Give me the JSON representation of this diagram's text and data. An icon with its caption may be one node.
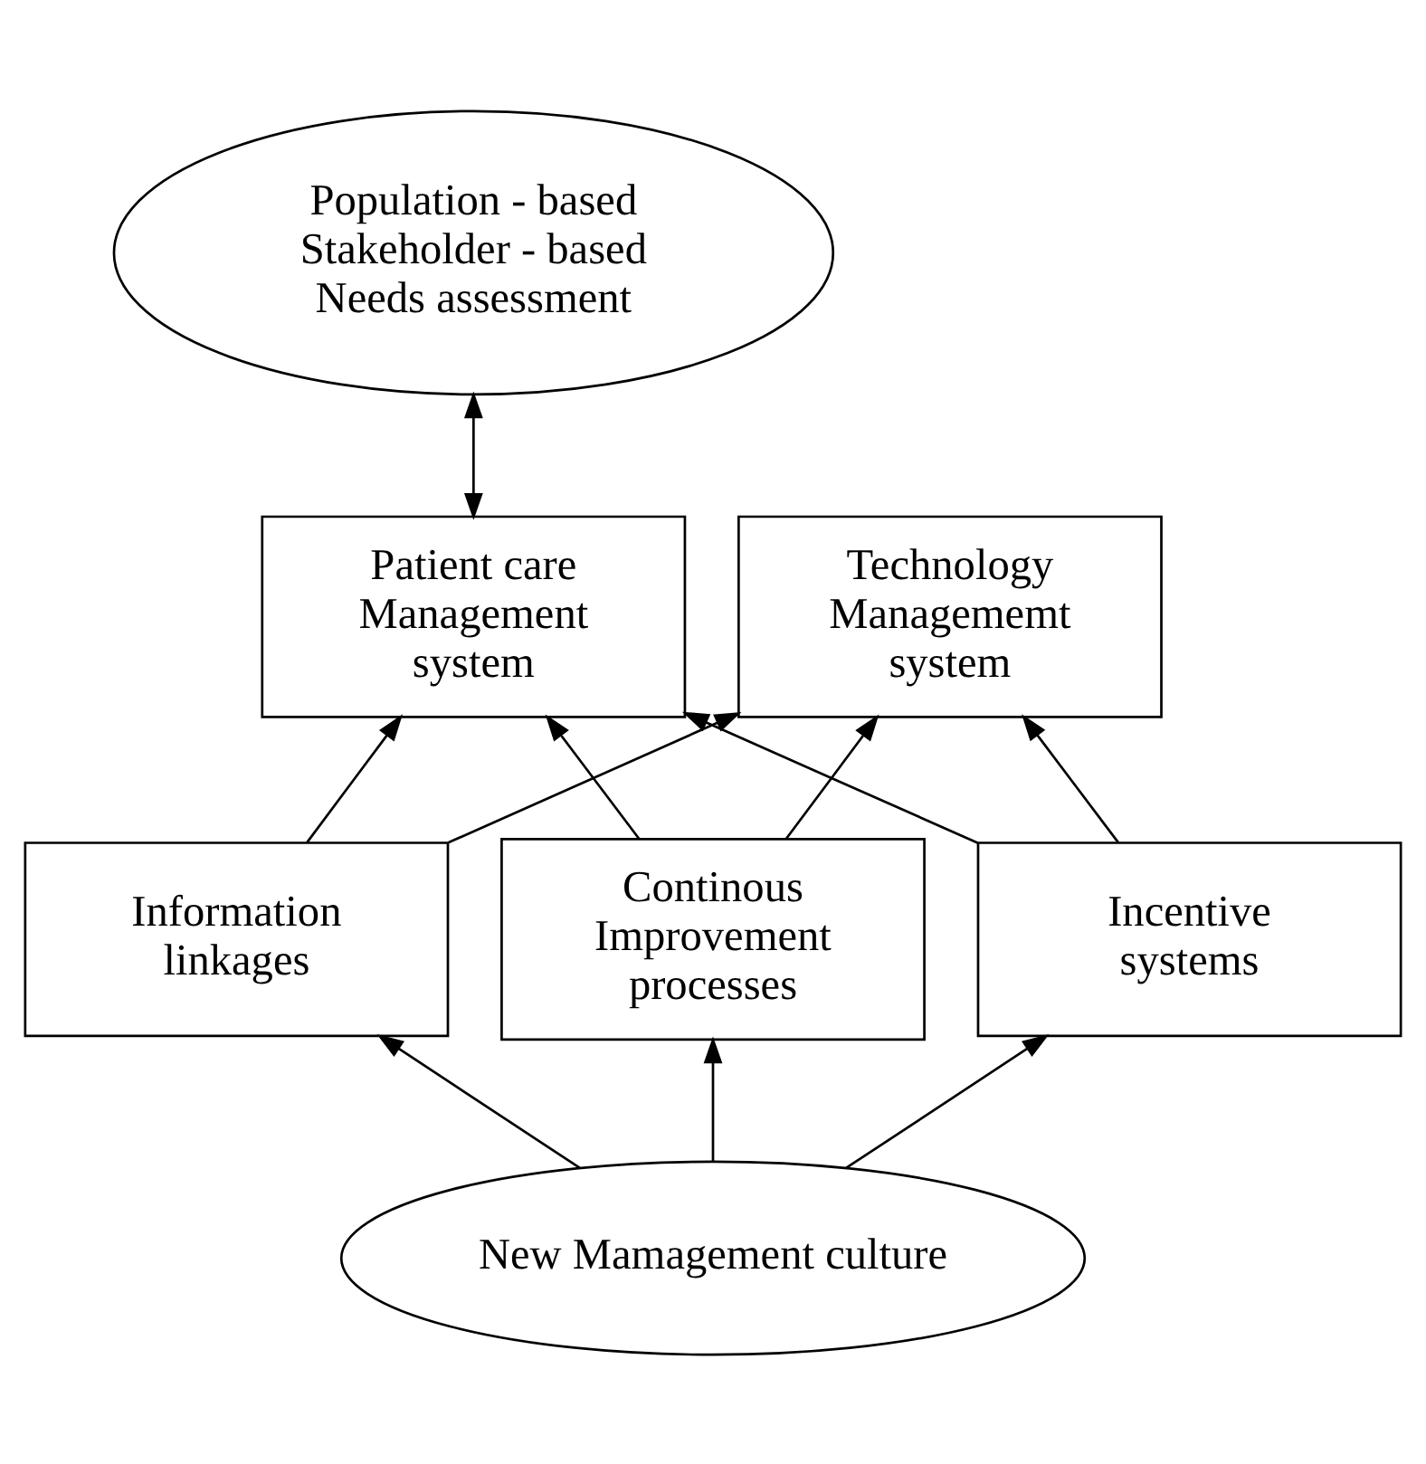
{
  "diagram": {
    "nodes": [
      {
        "text": [
          "Population - based Stakeholder - based Needs assessment"
        ]
      },
      {
        "text": [
          "Patient care Management system"
        ]
      },
      {
        "text": [
          "Technology Managememt system"
        ]
      },
      {
        "text": [
          "Information linkages"
        ]
      },
      {
        "text": [
          "Continous Improvement processes"
        ]
      },
      {
        "text": [
          "Incentive systems"
        ]
      },
      {
        "text": [
          "New Mamagement culture"
        ]
      }
    ],
    "edges": [
      {
        "from": 1,
        "to": 0,
        "arrow": "both"
      },
      {
        "from": 3,
        "to": 1,
        "arrow": "to"
      },
      {
        "from": 3,
        "to": 2,
        "arrow": "to"
      },
      {
        "from": 4,
        "to": 1,
        "arrow": "to"
      },
      {
        "from": 4,
        "to": 2,
        "arrow": "to"
      },
      {
        "from": 5,
        "to": 1,
        "arrow": "to"
      },
      {
        "from": 5,
        "to": 2,
        "arrow": "to"
      },
      {
        "from": 6,
        "to": 3,
        "arrow": "to"
      },
      {
        "from": 6,
        "to": 4,
        "arrow": "to"
      },
      {
        "from": 6,
        "to": 5,
        "arrow": "to"
      }
    ]
  }
}
